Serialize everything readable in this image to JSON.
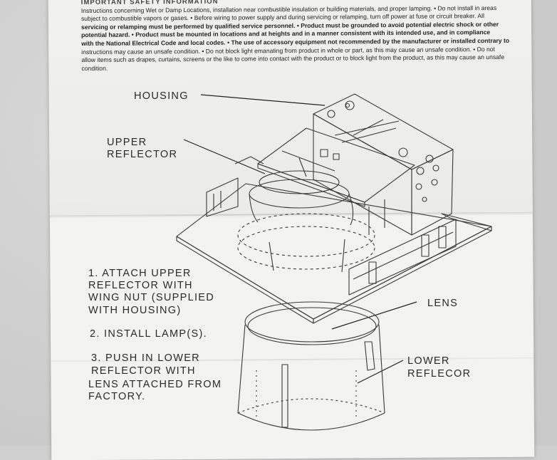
{
  "safety_text": {
    "line_0": "IMPORTANT SAFETY INFORMATION",
    "line_1": "Instructions concerning Wet or Damp Locations, installation near combustible insulation or building materials, and proper lamping.  •  Do not install in areas",
    "line_2": "subject to combustible vapors or gases.  •  Before wiring to power supply and  during servicing or relamping, turn off power at fuse or circuit breaker. All",
    "line_3": "servicing or relamping must be performed by qualified service personnel.  •  Product must be grounded to avoid potential electric shock or other",
    "line_4": "potential hazard.  •  Product must be mounted in locations and at heights and in a manner consistent with its intended use, and in compliance",
    "line_5": "with the National Electrical Code and local codes.  •  The use of accessory equipment not recommended by the manufacturer or installed contrary to",
    "line_6": "instructions may cause an unsafe condition.  •  Do not block light emanating from product in whole or part, as this may cause an unsafe condition.  •  Do not",
    "line_7": "allow items such as drapes, curtains, screens or the like to come into contact with the product or to block light from the product, as this may cause an unsafe",
    "line_8": "condition."
  },
  "labels": {
    "housing": "HOUSING",
    "upper_reflector_1": "UPPER",
    "upper_reflector_2": "REFLECTOR",
    "lens": "LENS",
    "lower_reflector_1": "LOWER",
    "lower_reflector_2": "REFLECOR"
  },
  "steps": {
    "step1_l1": "1.  ATTACH UPPER",
    "step1_l2": "REFLECTOR WITH",
    "step1_l3": "WING NUT (SUPPLIED",
    "step1_l4": "WITH HOUSING)",
    "step2": "2.  INSTALL LAMP(S).",
    "step3_l1": "3.  PUSH IN LOWER",
    "step3_l2": "REFLECTOR  WITH",
    "step3_l3": "LENS ATTACHED FROM",
    "step3_l4": "FACTORY."
  }
}
